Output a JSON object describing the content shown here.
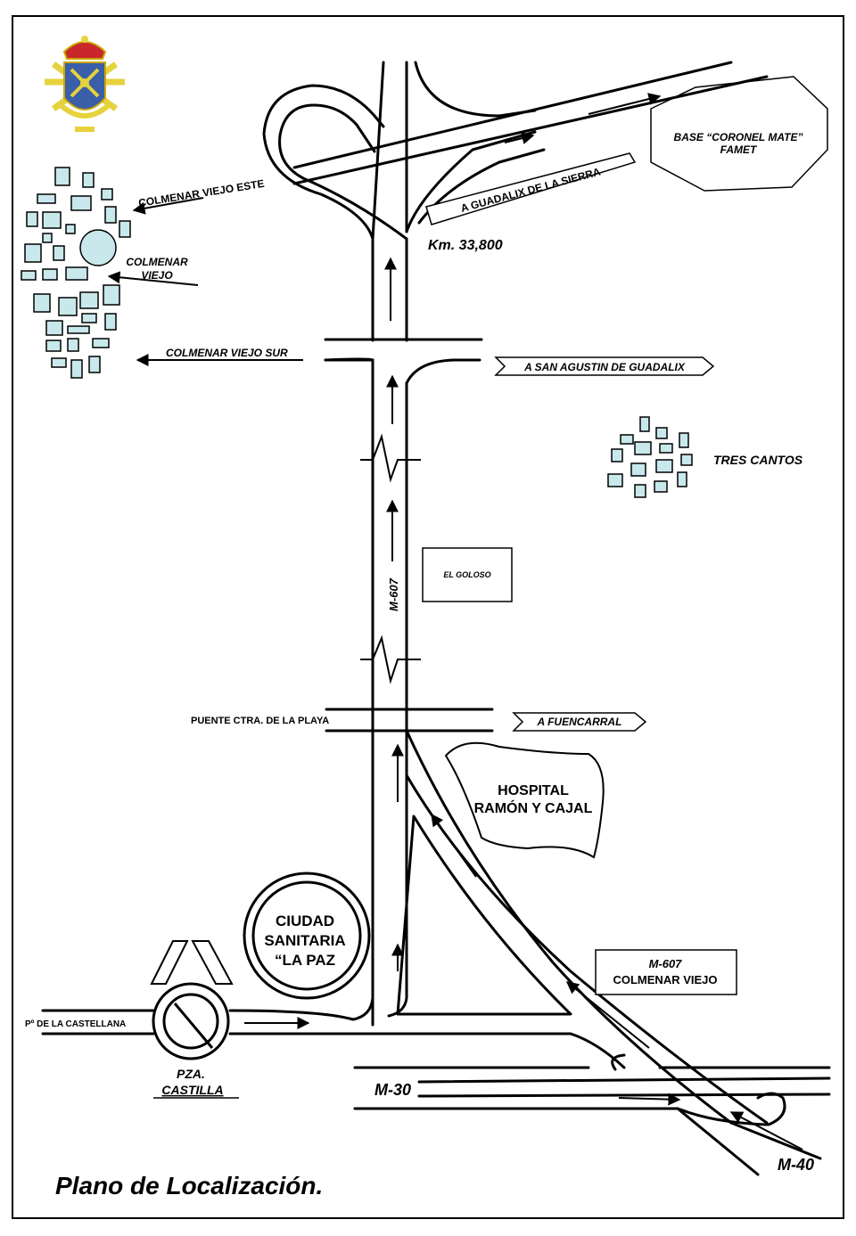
{
  "title": "Plano de Localización.",
  "labels": {
    "colmenar_viejo_este": "COLMENAR VIEJO ESTE",
    "colmenar_viejo_1": "COLMENAR",
    "colmenar_viejo_2": "VIEJO",
    "colmenar_viejo_sur": "COLMENAR VIEJO SUR",
    "a_guadalix": "A GUADALIX DE LA SIERRA",
    "km": "Km. 33,800",
    "base_1": "BASE “CORONEL MATE”",
    "base_2": "FAMET",
    "a_san_agustin": "A SAN AGUSTIN DE GUADALIX",
    "tres_cantos": "TRES CANTOS",
    "el_goloso": "EL GOLOSO",
    "m607_road": "M-607",
    "puente": "PUENTE CTRA. DE LA PLAYA",
    "a_fuencarral": "A FUENCARRAL",
    "hospital_1": "HOSPITAL",
    "hospital_2": "RAMÓN Y CAJAL",
    "ciudad_1": "CIUDAD",
    "ciudad_2": "SANITARIA",
    "ciudad_3": "“LA PAZ",
    "m607_box_1": "M-607",
    "m607_box_2": "COLMENAR VIEJO",
    "castellana": "Pº DE LA CASTELLANA",
    "pza_1": "PZA.",
    "pza_2": "CASTILLA",
    "m30": "M-30",
    "m40": "M-40"
  },
  "colors": {
    "town_fill": "#c8e8ec",
    "line": "#000000",
    "emblem_gold": "#e6d23c",
    "emblem_blue": "#3a5fa8"
  }
}
